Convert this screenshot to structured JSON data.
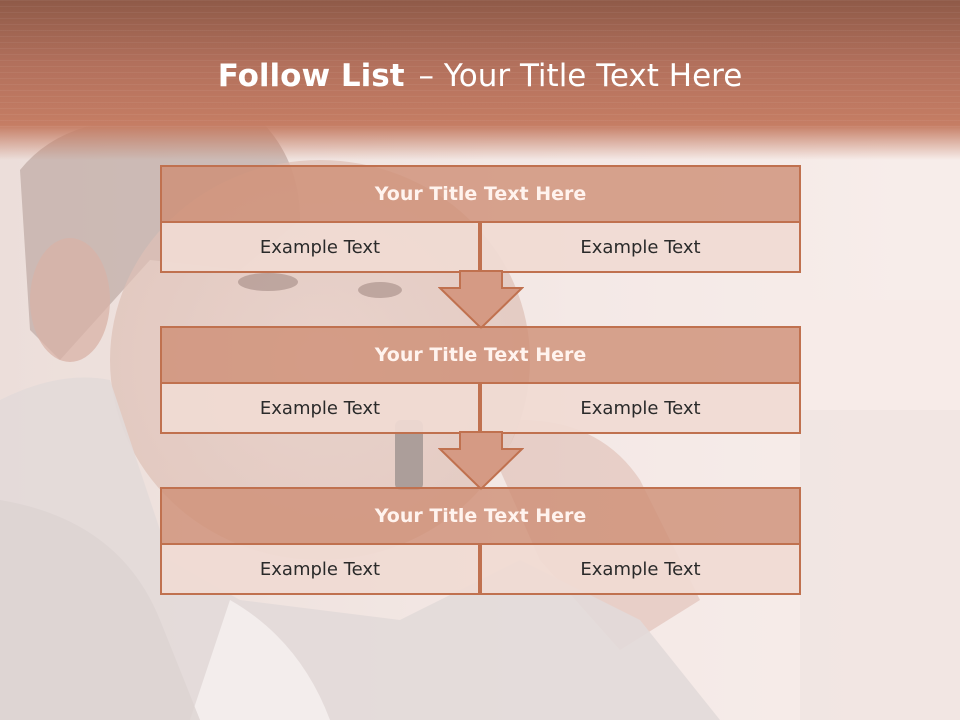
{
  "slide": {
    "title_bold": "Follow List",
    "title_sep": "–",
    "title_rest": "Your Title Text Here"
  },
  "blocks": [
    {
      "title": "Your Title Text Here",
      "left": "Example Text",
      "right": "Example Text"
    },
    {
      "title": "Your Title Text Here",
      "left": "Example Text",
      "right": "Example Text"
    },
    {
      "title": "Your Title Text Here",
      "left": "Example Text",
      "right": "Example Text"
    }
  ],
  "colors": {
    "header": "#b2705c",
    "block_title_fill": "#ce8e76",
    "border": "#c0714f",
    "cell_fill": "#f0dad3"
  }
}
